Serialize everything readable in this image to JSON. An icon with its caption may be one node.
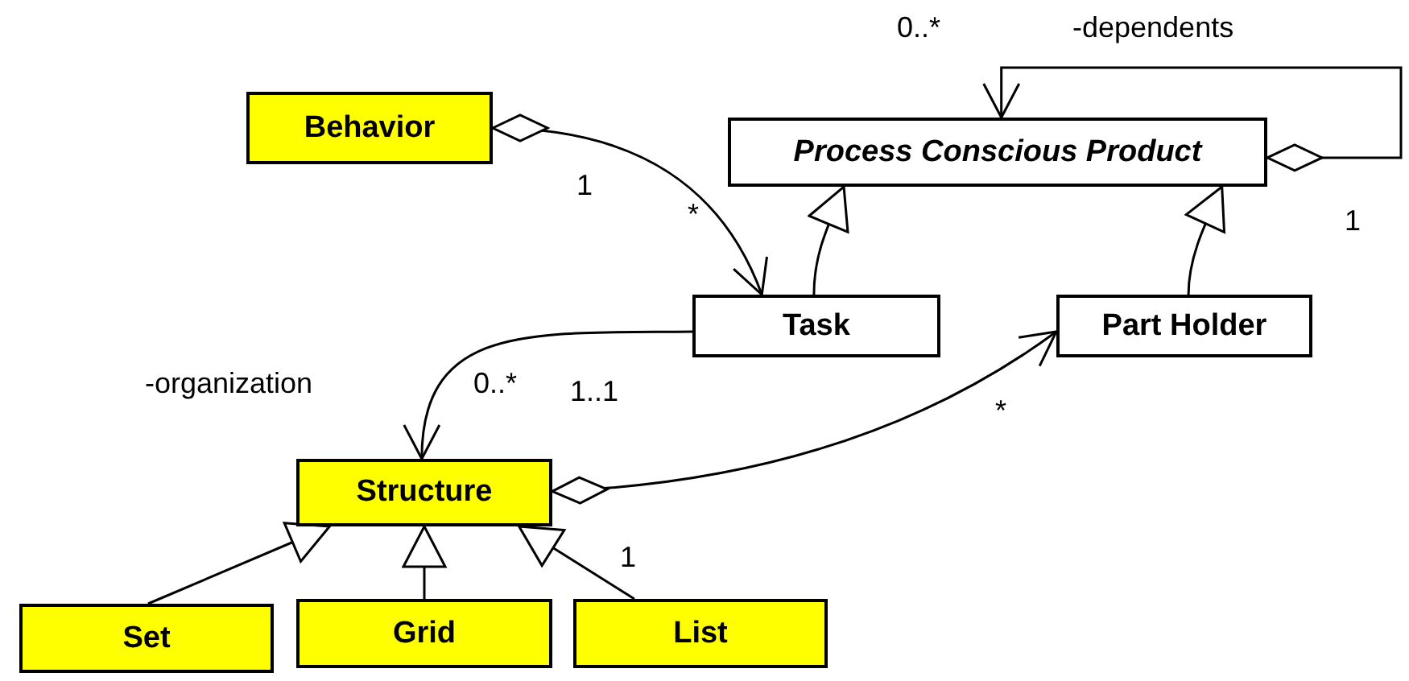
{
  "diagram": {
    "nodes": [
      {
        "text": [
          "Behavior"
        ]
      },
      {
        "text": [
          "Process Conscious Product"
        ]
      },
      {
        "text": [
          "Task"
        ]
      },
      {
        "text": [
          "Part Holder"
        ]
      },
      {
        "text": [
          "Structure"
        ]
      },
      {
        "text": [
          "Set"
        ]
      },
      {
        "text": [
          "Grid"
        ]
      },
      {
        "text": [
          "List"
        ]
      }
    ],
    "edges": [
      {
        "from": 0,
        "to": 2,
        "arrow": "to"
      },
      {
        "from": 2,
        "to": 1,
        "arrow": "to"
      },
      {
        "from": 3,
        "to": 1,
        "arrow": "to"
      },
      {
        "from": 1,
        "to": 1,
        "arrow": "to"
      },
      {
        "from": 2,
        "to": 4,
        "arrow": "to"
      },
      {
        "from": 4,
        "to": 3,
        "arrow": "to"
      },
      {
        "from": 5,
        "to": 4,
        "arrow": "to"
      },
      {
        "from": 6,
        "to": 4,
        "arrow": "to"
      },
      {
        "from": 7,
        "to": 4,
        "arrow": "to"
      }
    ],
    "labels": [
      "0..*",
      "-dependents",
      "1",
      "*",
      "1",
      "-organization",
      "0..*",
      "1..1",
      "*",
      "1"
    ]
  }
}
